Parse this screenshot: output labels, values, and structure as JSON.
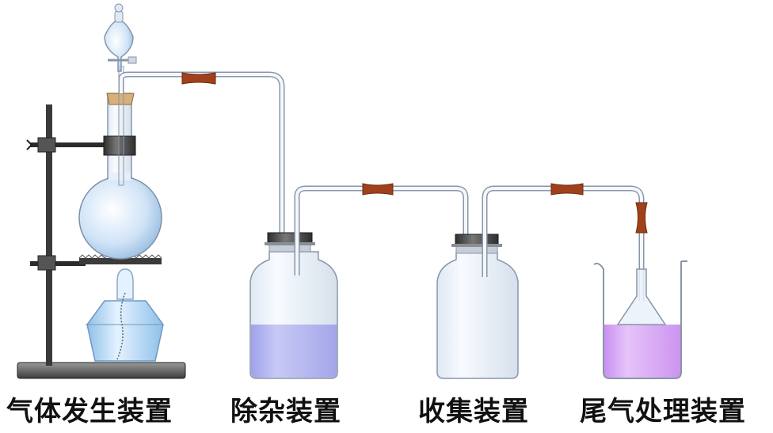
{
  "labels": {
    "generation": "气体发生装置",
    "purification": "除杂装置",
    "collection": "收集装置",
    "tail_gas": "尾气处理装置"
  },
  "colors": {
    "glass_stroke": "#7f8a9a",
    "glass_fill": "#e9f1fb",
    "liquid_blue": "#b7b8ef",
    "liquid_purple": "#d7a9f2",
    "rubber_tube": "#a0411b",
    "stopper_dark": "#4a4a4a",
    "iron_stand": "#333333"
  },
  "icons": [
    "iron-stand",
    "round-bottom-flask",
    "separatory-funnel",
    "alcohol-lamp",
    "gas-wash-bottle",
    "collection-bottle",
    "beaker",
    "inverted-funnel"
  ]
}
